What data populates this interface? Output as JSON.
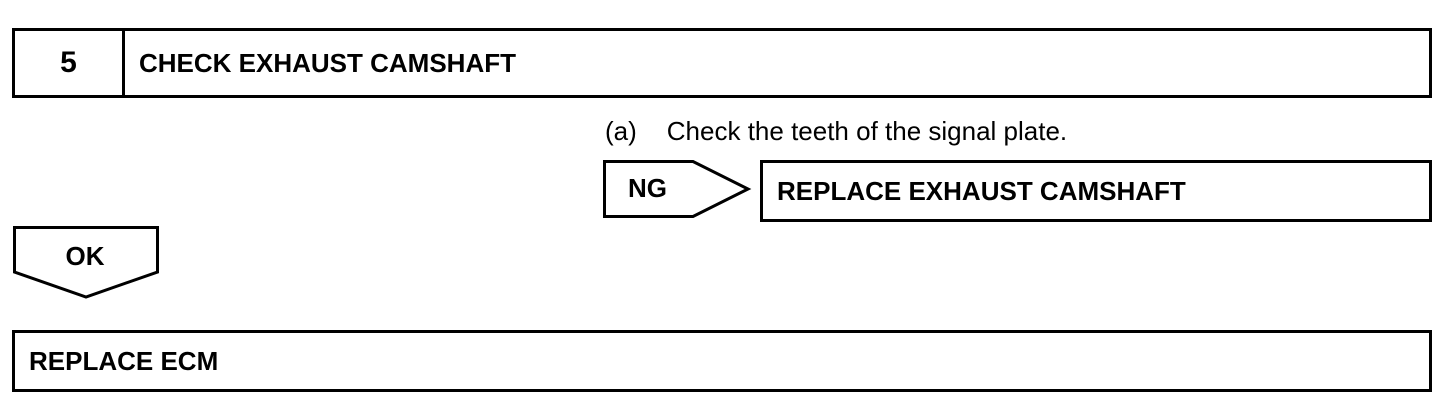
{
  "step": {
    "number": "5",
    "title": "CHECK EXHAUST CAMSHAFT"
  },
  "instruction": {
    "marker": "(a)",
    "text": "Check the teeth of the signal plate."
  },
  "ng_branch": {
    "label": "NG",
    "result": "REPLACE EXHAUST CAMSHAFT"
  },
  "ok_branch": {
    "label": "OK",
    "result": "REPLACE ECM"
  }
}
